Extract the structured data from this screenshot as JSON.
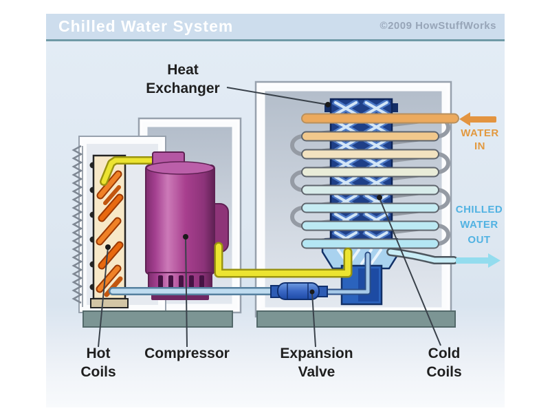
{
  "header": {
    "title": "Chilled Water System",
    "copyright": "©2009 HowStuffWorks"
  },
  "labels": {
    "heat_exchanger": {
      "line1": "Heat",
      "line2": "Exchanger"
    },
    "water_in": {
      "line1": "WATER",
      "line2": "IN"
    },
    "chilled_water_out": {
      "line1": "CHILLED",
      "line2": "WATER",
      "line3": "OUT"
    },
    "hot_coils": {
      "line1": "Hot",
      "line2": "Coils"
    },
    "compressor": "Compressor",
    "expansion_valve": {
      "line1": "Expansion",
      "line2": "Valve"
    },
    "cold_coils": {
      "line1": "Cold",
      "line2": "Coils"
    }
  },
  "icons": {
    "water_in_arrow": "arrow-left-icon",
    "chilled_water_out_arrow": "arrow-right-icon"
  },
  "colors": {
    "titlebar_bg": "#cddded",
    "title_text": "#ffffff",
    "copyright_text": "#97a5b8",
    "teal_rule": "#6f9aa6",
    "diagram_bg": "#dde7f1",
    "water_in_accent": "#e2993f",
    "chilled_water_accent": "#51b2e2",
    "hot_coil_orange": "#e8791f",
    "refrigerant_yellow": "#ece431",
    "refrigerant_blue_pipe": "#bfdcf0",
    "compressor_purple": "#a83f8e",
    "heat_exchanger_navy": "#1e3f87",
    "cold_coil_cyan": "#b4e6f3",
    "platform_gray_green": "#7c9594",
    "label_text": "#1f1f1f"
  }
}
